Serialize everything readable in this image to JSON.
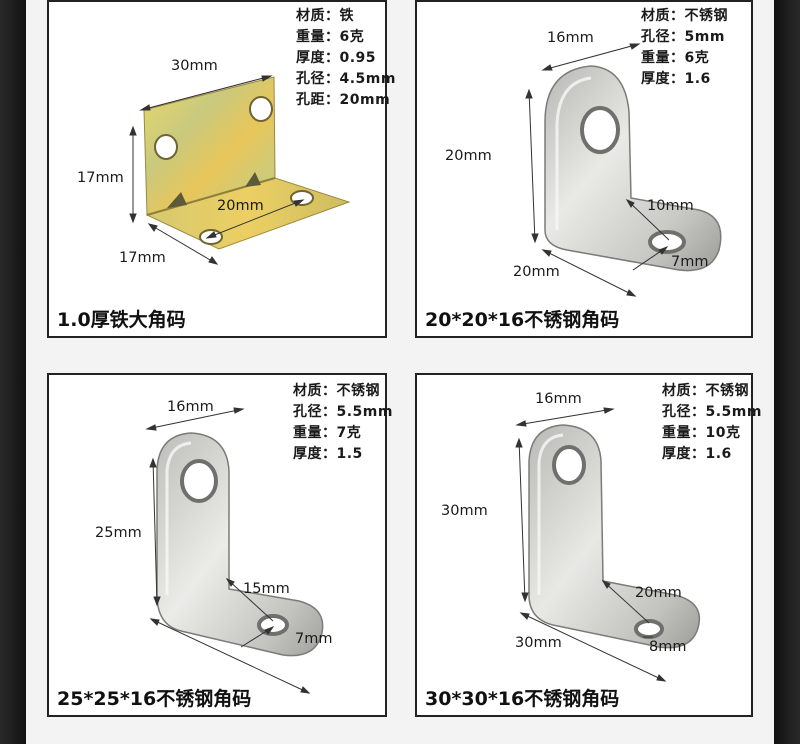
{
  "panels": [
    {
      "id": "p1",
      "caption": "1.0厚铁大角码",
      "specs": [
        {
          "label": "材质：",
          "value": "铁"
        },
        {
          "label": "重量：",
          "value": "6克"
        },
        {
          "label": "厚度：",
          "value": "0.95"
        },
        {
          "label": "孔径：",
          "value": "4.5mm"
        },
        {
          "label": "孔距：",
          "value": "20mm"
        }
      ],
      "dims": [
        "30mm",
        "17mm",
        "20mm",
        "17mm"
      ]
    },
    {
      "id": "p2",
      "caption": "20*20*16不锈钢角码",
      "specs": [
        {
          "label": "材质：",
          "value": "不锈钢"
        },
        {
          "label": "孔径：",
          "value": "5mm"
        },
        {
          "label": "重量：",
          "value": "6克"
        },
        {
          "label": "厚度：",
          "value": "1.6"
        }
      ],
      "dims": [
        "16mm",
        "20mm",
        "10mm",
        "7mm",
        "20mm"
      ]
    },
    {
      "id": "p3",
      "caption": "25*25*16不锈钢角码",
      "specs": [
        {
          "label": "材质：",
          "value": "不锈钢"
        },
        {
          "label": "孔径：",
          "value": "5.5mm"
        },
        {
          "label": "重量：",
          "value": "7克"
        },
        {
          "label": "厚度：",
          "value": "1.5"
        }
      ],
      "dims": [
        "16mm",
        "25mm",
        "15mm",
        "7mm"
      ]
    },
    {
      "id": "p4",
      "caption": "30*30*16不锈钢角码",
      "specs": [
        {
          "label": "材质：",
          "value": "不锈钢"
        },
        {
          "label": "孔径：",
          "value": "5.5mm"
        },
        {
          "label": "重量：",
          "value": "10克"
        },
        {
          "label": "厚度：",
          "value": "1.6"
        }
      ],
      "dims": [
        "16mm",
        "30mm",
        "20mm",
        "30mm",
        "8mm"
      ]
    }
  ],
  "colors": {
    "border": "#222222",
    "steel_light": "#e6e6e3",
    "steel_dark": "#8f8f8c",
    "zinc_yellow": "#e6cf5a",
    "zinc_green": "#a8c98a"
  }
}
